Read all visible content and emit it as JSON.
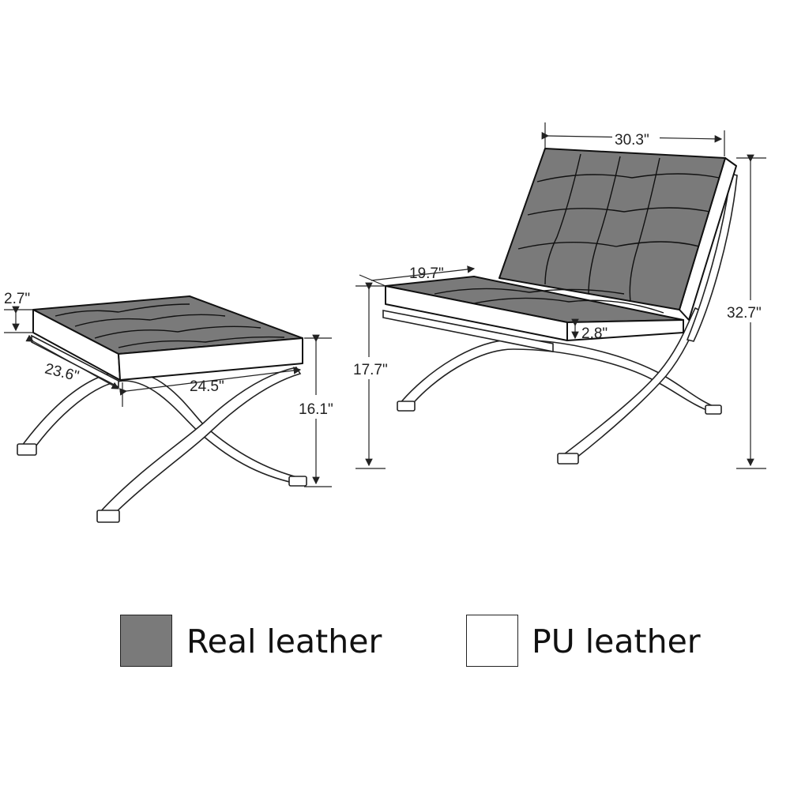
{
  "ottoman": {
    "cushion_height": "2.7\"",
    "depth": "23.6\"",
    "width": "24.5\"",
    "height": "16.1\""
  },
  "chair": {
    "width": "30.3\"",
    "seat_depth": "19.7\"",
    "cushion_height": "2.8\"",
    "seat_height": "17.7\"",
    "total_height": "32.7\""
  },
  "legend": {
    "items": [
      {
        "label": "Real leather",
        "color": "#7a7a7a"
      },
      {
        "label": "PU leather",
        "color": "#ffffff"
      }
    ]
  }
}
